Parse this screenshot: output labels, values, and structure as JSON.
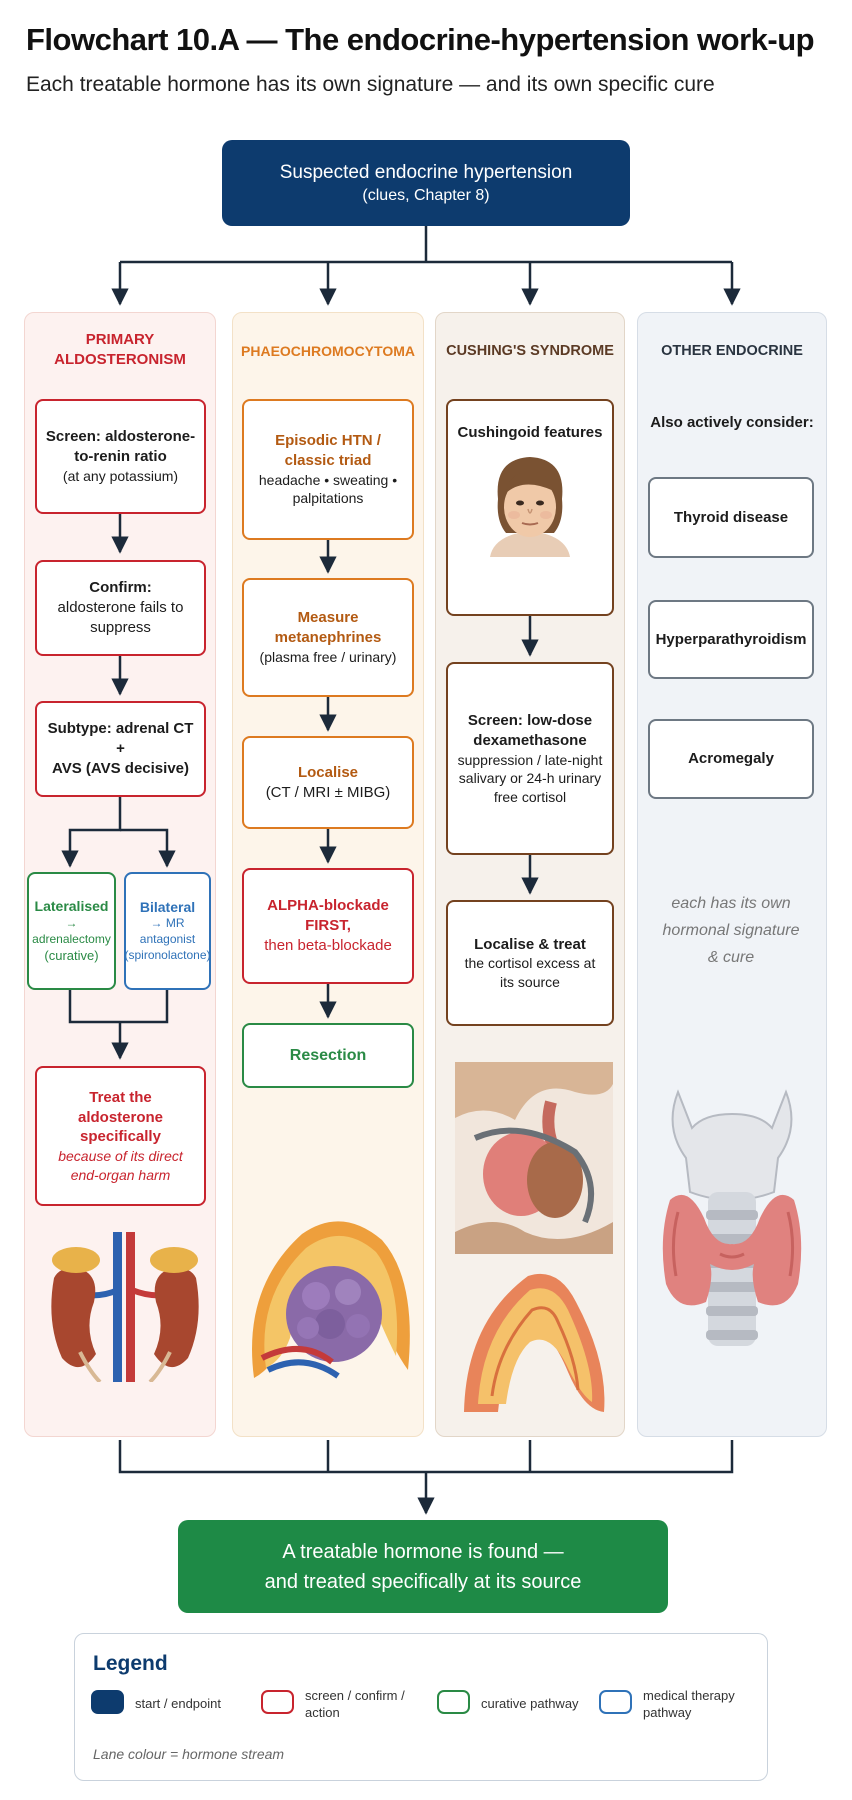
{
  "header": {
    "title": "Flowchart 10.A — The endocrine-hypertension work-up",
    "subtitle": "Each treatable hormone has its own signature — and its own specific cure"
  },
  "start": {
    "line1": "Suspected endocrine hypertension",
    "line2": "(clues, Chapter 8)"
  },
  "lanes": {
    "aldo": {
      "title": "PRIMARY ALDOSTERONISM",
      "screen": {
        "bold": "Screen: aldosterone-to-renin ratio",
        "note": "(at any potassium)"
      },
      "confirm": {
        "bold": "Confirm:",
        "rest": "aldosterone fails to suppress"
      },
      "subtype": {
        "bold": "Subtype: adrenal CT +",
        "rest": "AVS (AVS decisive)"
      },
      "lateralised": {
        "title": "Lateralised",
        "l1": "→ adrenalectomy",
        "l2": "(curative)"
      },
      "bilateral": {
        "title": "Bilateral",
        "l1": "→ MR antagonist",
        "l2": "(spironolactone)"
      },
      "treat": {
        "bold": "Treat the aldosterone specifically",
        "l1": "because of its direct",
        "l2": "end-organ harm"
      }
    },
    "phaeo": {
      "title": "PHAEOCHROMOCYTOMA",
      "episodic": {
        "bold": "Episodic HTN / classic triad",
        "rest": "headache • sweating • palpitations"
      },
      "measure": {
        "bold": "Measure metanephrines",
        "rest": "(plasma free / urinary)"
      },
      "localise": {
        "bold": "Localise",
        "rest": "(CT / MRI ± MIBG)"
      },
      "alpha": {
        "bold": "ALPHA-blockade FIRST,",
        "rest": "then beta-blockade"
      },
      "resection": "Resection"
    },
    "cushing": {
      "title": "CUSHING'S SYNDROME",
      "features": "Cushingoid features",
      "screen": {
        "bold": "Screen: low-dose dexamethasone",
        "rest": "suppression / late-night salivary or 24-h urinary free cortisol"
      },
      "localise": {
        "bold": "Localise & treat",
        "rest": "the cortisol excess at its source"
      }
    },
    "other": {
      "title": "OTHER ENDOCRINE",
      "consider": "Also actively consider:",
      "items": [
        "Thyroid disease",
        "Hyperparathyroidism",
        "Acromegaly"
      ],
      "note": "each has its own hormonal signature & cure"
    }
  },
  "end": {
    "line1": "A treatable hormone is found —",
    "line2": "and treated specifically at its source"
  },
  "legend": {
    "title": "Legend",
    "items": [
      {
        "label": "start / endpoint",
        "color": "#0d3b6e"
      },
      {
        "label": "screen / confirm / action",
        "color": "#c8242e"
      },
      {
        "label": "curative pathway",
        "color": "#2a8a45"
      },
      {
        "label": "medical therapy pathway",
        "color": "#2f72b8"
      }
    ],
    "note": "Lane colour = hormone stream"
  },
  "colors": {
    "navy": "#0d3b6e",
    "red": "#c8242e",
    "orange": "#dd7a20",
    "brown": "#74421f",
    "green": "#2a8a45",
    "blue": "#2f72b8"
  }
}
